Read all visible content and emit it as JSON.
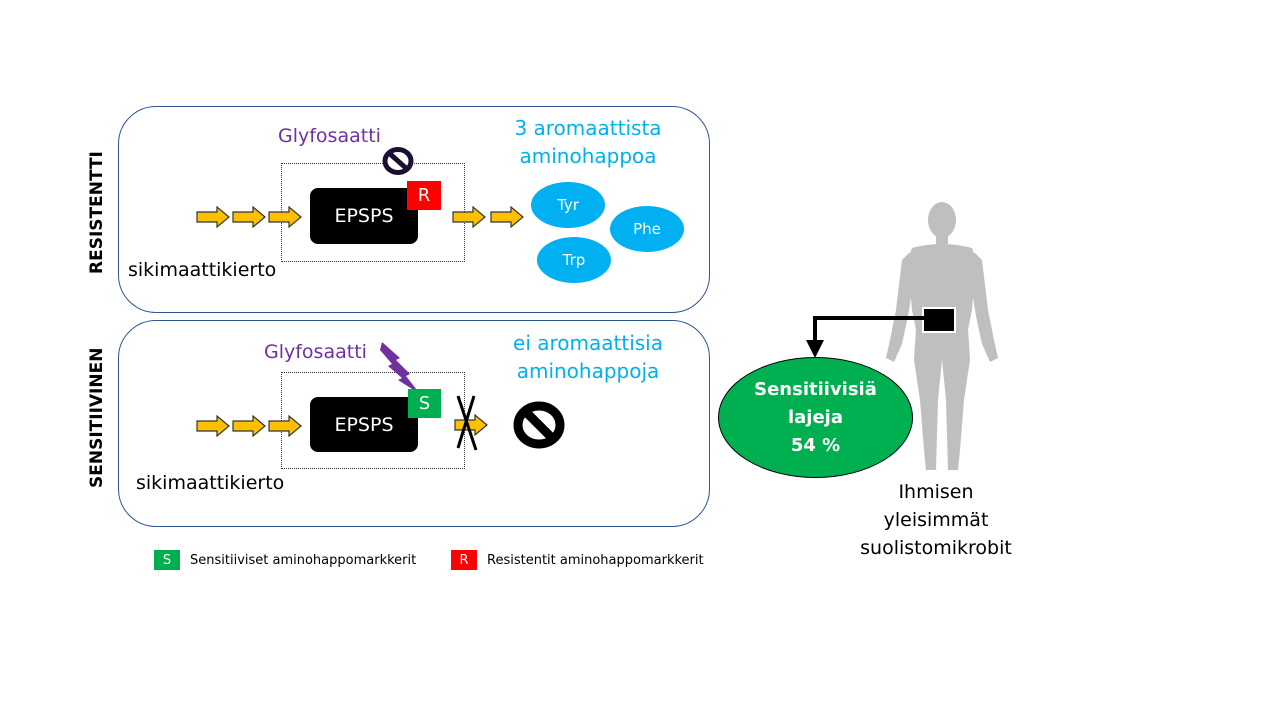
{
  "panels": {
    "resistant": {
      "side_label": "RESISTENTTI",
      "inhibitor_label": "Glyfosaatti",
      "enzyme_label": "EPSPS",
      "marker_label": "R",
      "pathway_label": "sikimaattikierto",
      "product_title_line1": "3 aromaattista",
      "product_title_line2": "aminohappoa",
      "amino_acids": [
        "Tyr",
        "Phe",
        "Trp"
      ]
    },
    "sensitive": {
      "side_label": "SENSITIIVINEN",
      "inhibitor_label": "Glyfosaatti",
      "enzyme_label": "EPSPS",
      "marker_label": "S",
      "pathway_label": "sikimaattikierto",
      "product_title_line1": "ei aromaattisia",
      "product_title_line2": "aminohappoja"
    }
  },
  "microbiome": {
    "ellipse_line1": "Sensitiivisiä",
    "ellipse_line2": "lajeja",
    "ellipse_line3": "54 %",
    "sensitive_share_percent": 54,
    "caption_line1": "Ihmisen",
    "caption_line2": "yleisimmät",
    "caption_line3": "suolistomikrobit"
  },
  "legend": {
    "sensitive_symbol": "S",
    "sensitive_label": "Sensitiiviset aminohappomarkkerit",
    "resistant_symbol": "R",
    "resistant_label": "Resistentit aminohappomarkkerit"
  },
  "colors": {
    "panel_border": "#2f5597",
    "glyphosate": "#7030a0",
    "amino_acid": "#00b0f0",
    "resistant": "#ff0000",
    "sensitive": "#00b050",
    "pathway_arrow": "#ffc000",
    "human_silhouette": "#bfbfbf"
  }
}
